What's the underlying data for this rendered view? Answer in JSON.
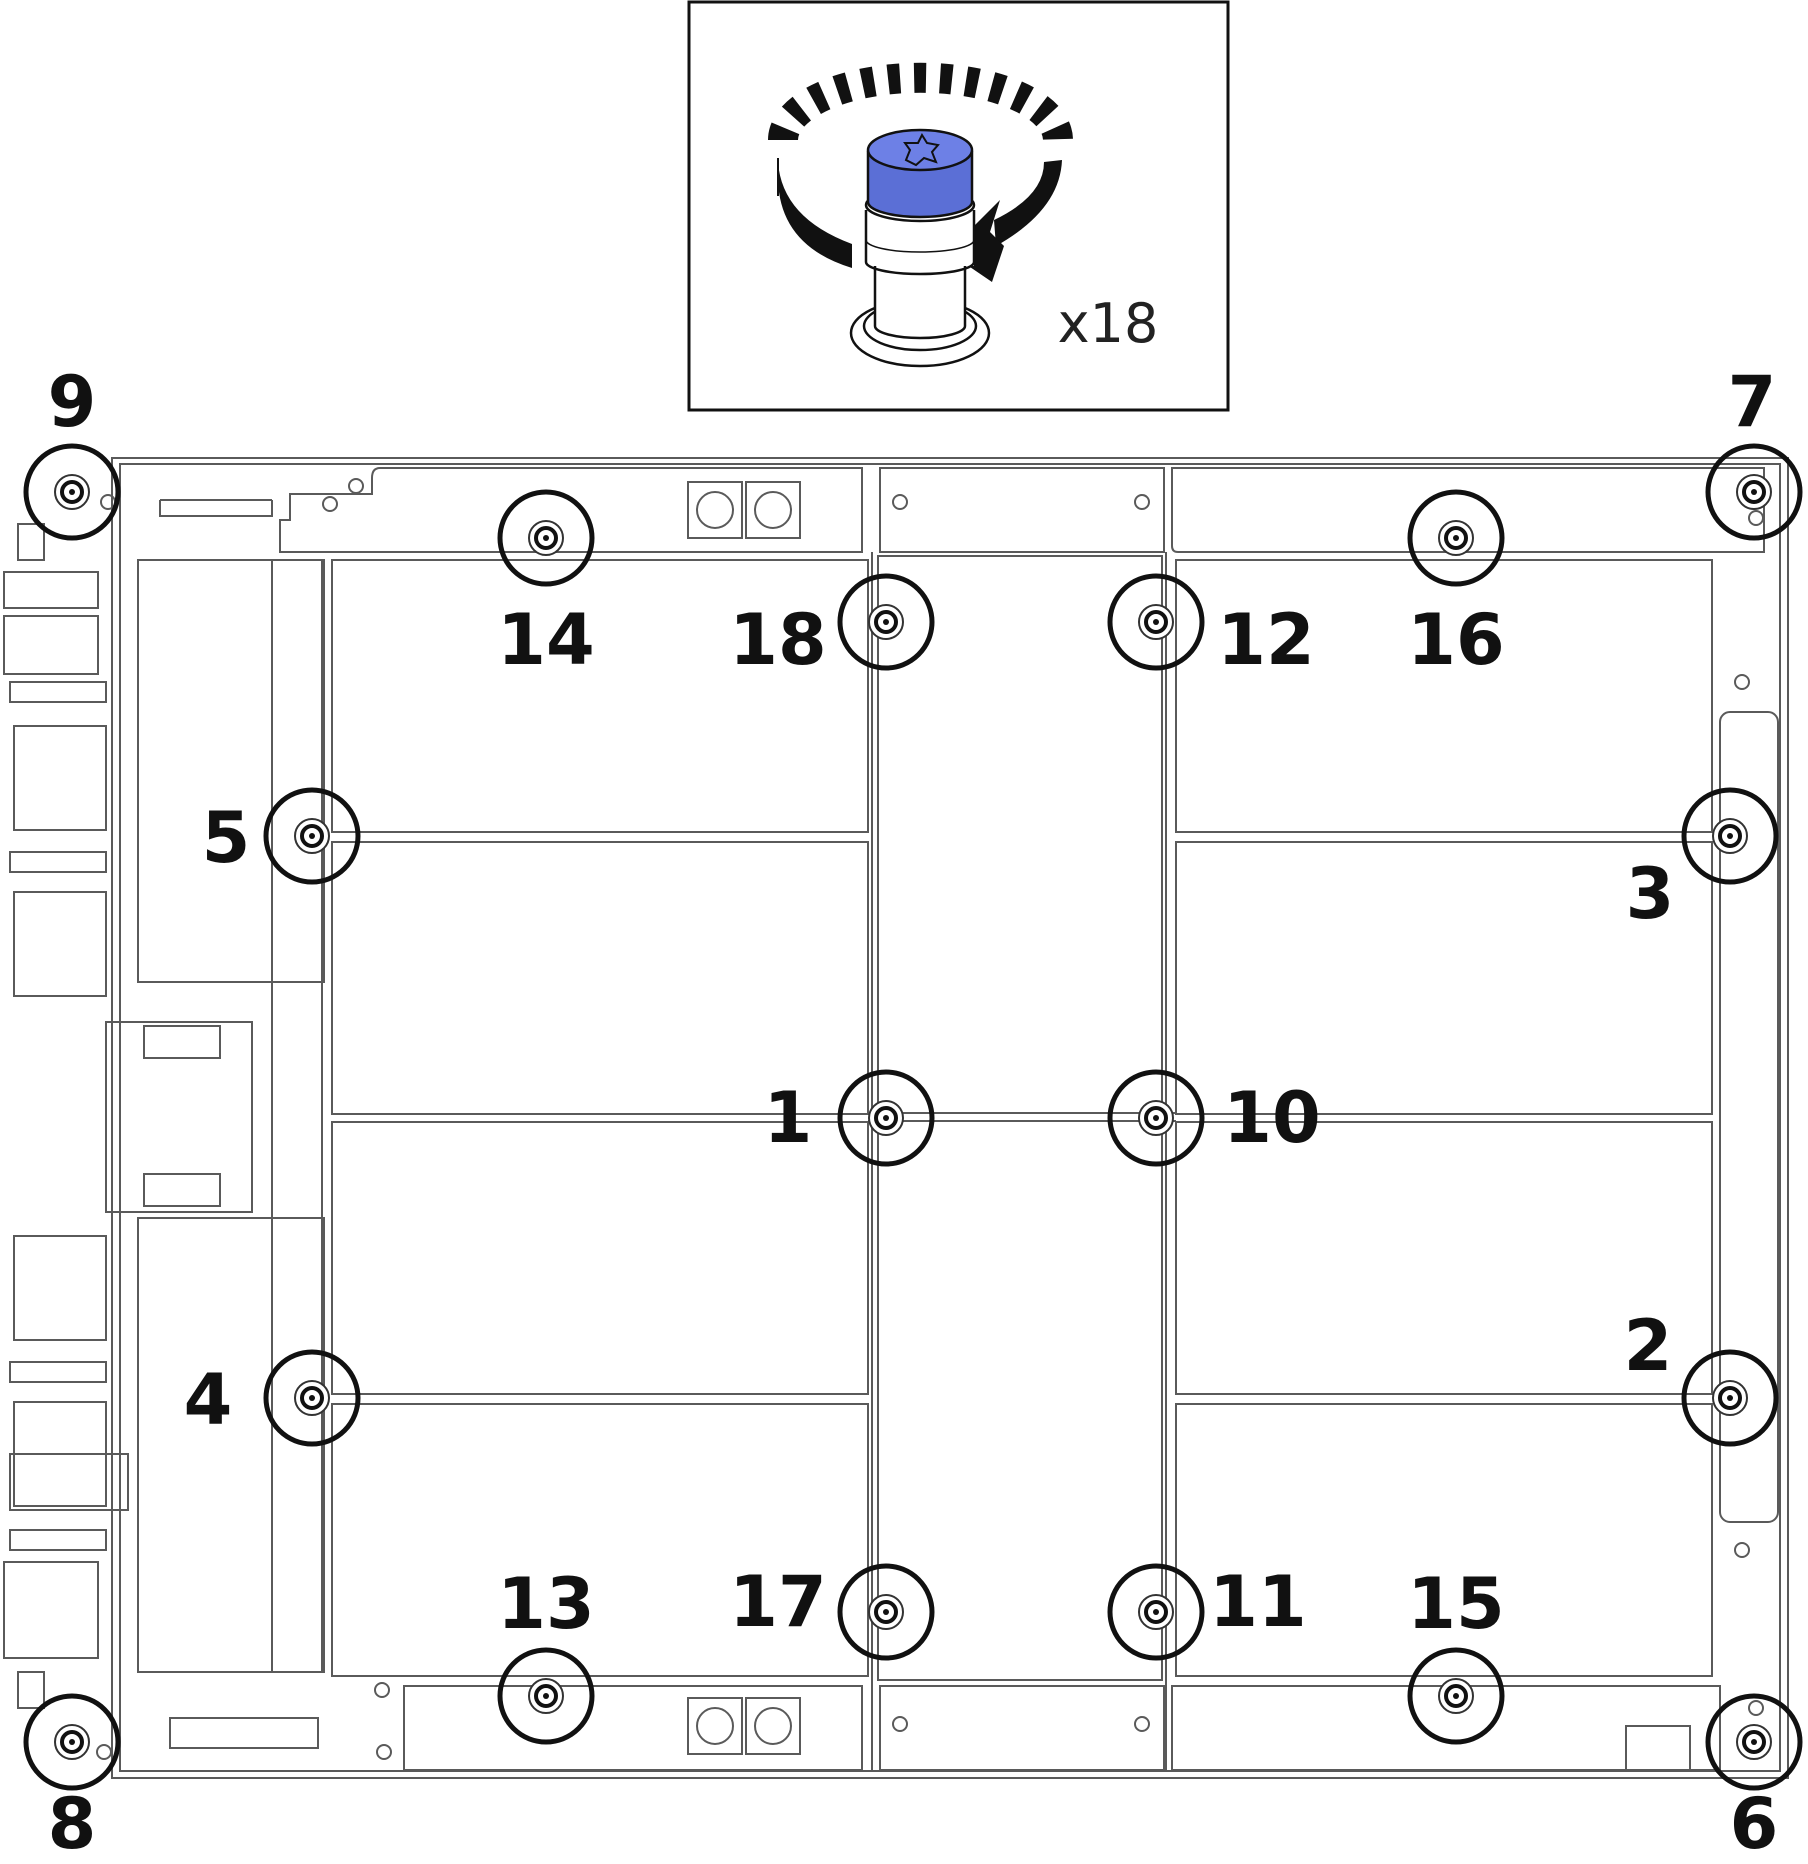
{
  "title": "",
  "callout": {
    "quantity_label": "x18",
    "screw_head_color": "#5b6fd6",
    "arrow_direction": "counterclockwise"
  },
  "screws": [
    {
      "label": "1"
    },
    {
      "label": "2"
    },
    {
      "label": "3"
    },
    {
      "label": "4"
    },
    {
      "label": "5"
    },
    {
      "label": "6"
    },
    {
      "label": "7"
    },
    {
      "label": "8"
    },
    {
      "label": "9"
    },
    {
      "label": "10"
    },
    {
      "label": "11"
    },
    {
      "label": "12"
    },
    {
      "label": "13"
    },
    {
      "label": "14"
    },
    {
      "label": "15"
    },
    {
      "label": "16"
    },
    {
      "label": "17"
    },
    {
      "label": "18"
    }
  ]
}
